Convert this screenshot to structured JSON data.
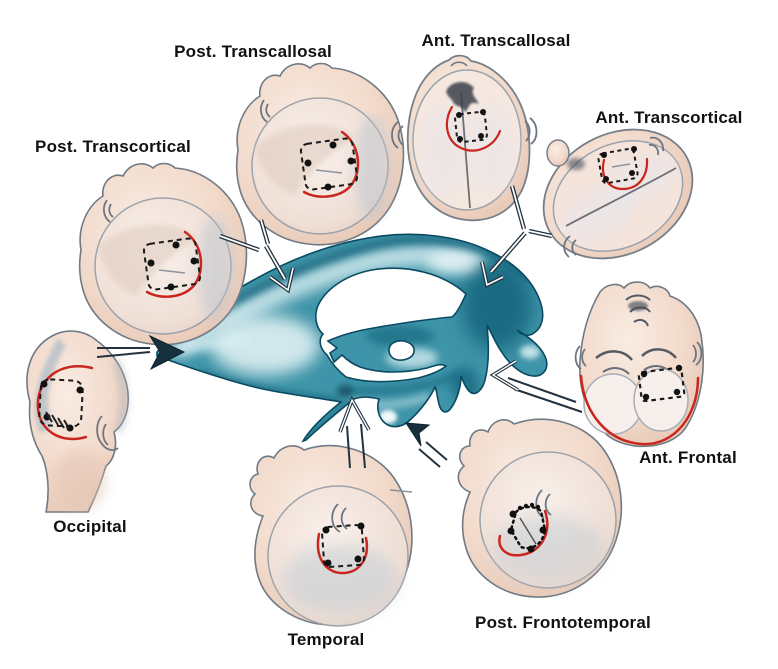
{
  "figure": {
    "background": "#ffffff",
    "subject": "Operative approaches to the lateral ventricle (illustrated head positions around a 3D ventricle model)",
    "approaches": [
      {
        "id": "post-transcallosal",
        "label": "Post. Transcallosal"
      },
      {
        "id": "ant-transcallosal",
        "label": "Ant. Transcallosal"
      },
      {
        "id": "ant-transcortical",
        "label": "Ant. Transcortical"
      },
      {
        "id": "ant-frontal",
        "label": "Ant. Frontal"
      },
      {
        "id": "post-frontotemporal",
        "label": "Post. Frontotemporal"
      },
      {
        "id": "temporal",
        "label": "Temporal"
      },
      {
        "id": "occipital",
        "label": "Occipital"
      },
      {
        "id": "post-transcortical",
        "label": "Post. Transcortical"
      }
    ],
    "colors": {
      "ventricle_teal": "#3e94a8",
      "ventricle_dark": "#0d5a73",
      "ventricle_light": "#ddf0f3",
      "incision_red": "#c9271e",
      "skin": "#f2dacb",
      "arrow": "#223240",
      "label_text": "#111111"
    }
  }
}
